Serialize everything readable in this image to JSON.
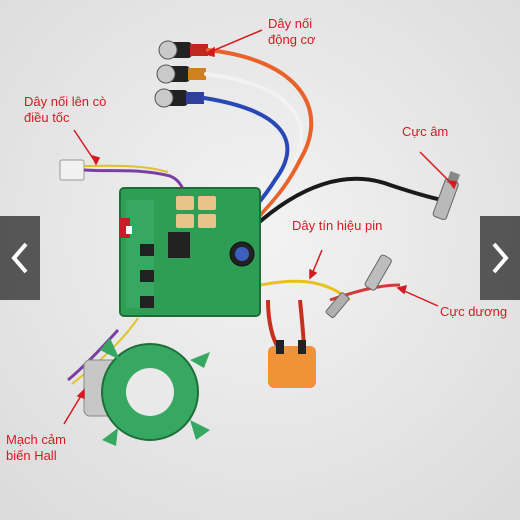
{
  "labels": {
    "motor_wire_line1": "Dây nối",
    "motor_wire_line2": "động cơ",
    "throttle_wire_line1": "Dây nối lên cò",
    "throttle_wire_line2": "điều tốc",
    "negative_terminal": "Cực âm",
    "battery_signal_wire": "Dây tín hiệu pin",
    "positive_terminal": "Cực dương",
    "hall_sensor_line1": "Mạch cảm",
    "hall_sensor_line2": "biến Hall"
  },
  "nav": {
    "prev_icon": "chevron-left-icon",
    "next_icon": "chevron-right-icon"
  },
  "colors": {
    "annotation": "#d71920",
    "pcb": "#2f9e55",
    "nav_bg": "#1e1e1e"
  }
}
